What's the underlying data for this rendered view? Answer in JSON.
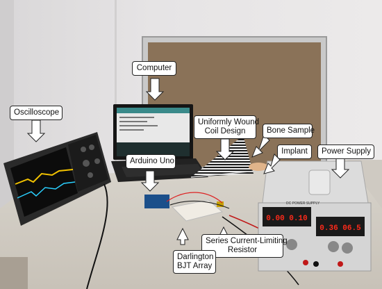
{
  "labels": {
    "computer": "Computer",
    "oscilloscope": "Oscilloscope",
    "coil_line1": "Uniformly Wound",
    "coil_line2": "Coil Design",
    "bone_sample": "Bone Sample",
    "implant": "Implant",
    "power_supply": "Power Supply",
    "arduino": "Arduino Uno",
    "resistor_line1": "Series Current-Limiting",
    "resistor_line2": "Resistor",
    "darlington_line1": "Darlington",
    "darlington_line2": "BJT Array"
  },
  "screen_text": {
    "psu_brand": "DC POWER SUPPLY",
    "psu_left_display": "0.00 0.10",
    "psu_right_display": "0.36 06.5"
  },
  "colors": {
    "callout_bg": "#ffffff",
    "callout_border": "#222222",
    "arrow": "#ffffff",
    "psu_display": "#ff2a1a",
    "corkboard": "#8a7258"
  }
}
